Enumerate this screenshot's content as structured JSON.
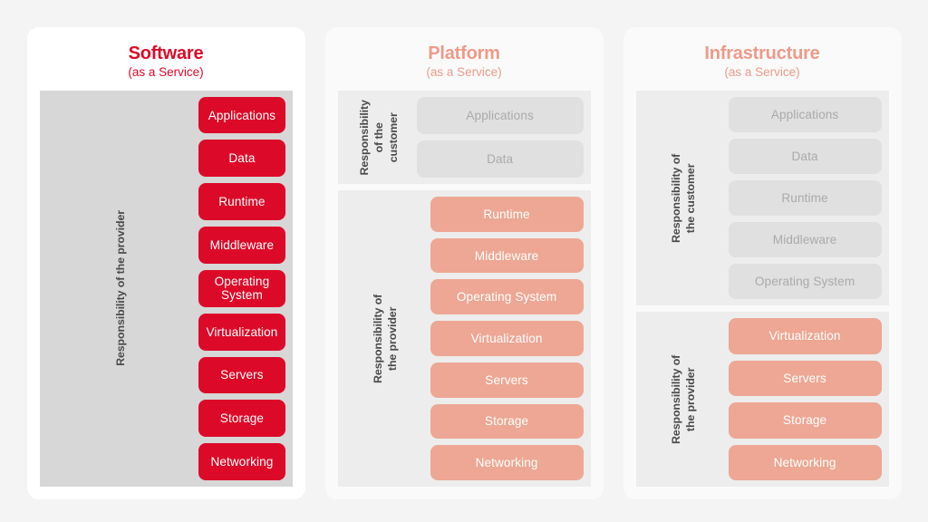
{
  "page": {
    "background": "#f4f4f4",
    "accent_red": "#dc0a28",
    "accent_salmon": "#eda794",
    "disabled_gray": "#e0e0e0"
  },
  "columns": [
    {
      "id": "saas",
      "title": "Software",
      "subtitle": "(as a Service)",
      "title_color": "#dc0a28",
      "groups": [
        {
          "label": "Responsibility of the provider",
          "shade": "#d7d7d7",
          "bars": [
            {
              "label": "Applications",
              "state": "red"
            },
            {
              "label": "Data",
              "state": "red"
            },
            {
              "label": "Runtime",
              "state": "red"
            },
            {
              "label": "Middleware",
              "state": "red"
            },
            {
              "label": "Operating System",
              "state": "red"
            },
            {
              "label": "Virtualization",
              "state": "red"
            },
            {
              "label": "Servers",
              "state": "red"
            },
            {
              "label": "Storage",
              "state": "red"
            },
            {
              "label": "Networking",
              "state": "red"
            }
          ]
        }
      ]
    },
    {
      "id": "paas",
      "title": "Platform",
      "subtitle": "(as a Service)",
      "title_color": "#ee9a88",
      "groups": [
        {
          "label": "Responsibility\nof the\ncustomer",
          "shade": "#ededed",
          "bars": [
            {
              "label": "Applications",
              "state": "disabled"
            },
            {
              "label": "Data",
              "state": "disabled"
            }
          ]
        },
        {
          "label": "Responsibility of\nthe provider",
          "shade": "#ededed",
          "bars": [
            {
              "label": "Runtime",
              "state": "salmon"
            },
            {
              "label": "Middleware",
              "state": "salmon"
            },
            {
              "label": "Operating System",
              "state": "salmon"
            },
            {
              "label": "Virtualization",
              "state": "salmon"
            },
            {
              "label": "Servers",
              "state": "salmon"
            },
            {
              "label": "Storage",
              "state": "salmon"
            },
            {
              "label": "Networking",
              "state": "salmon"
            }
          ]
        }
      ]
    },
    {
      "id": "iaas",
      "title": "Infrastructure",
      "subtitle": "(as a Service)",
      "title_color": "#ee9a88",
      "groups": [
        {
          "label": "Responsibility of\nthe customer",
          "shade": "#ededed",
          "bars": [
            {
              "label": "Applications",
              "state": "disabled"
            },
            {
              "label": "Data",
              "state": "disabled"
            },
            {
              "label": "Runtime",
              "state": "disabled"
            },
            {
              "label": "Middleware",
              "state": "disabled"
            },
            {
              "label": "Operating System",
              "state": "disabled"
            }
          ]
        },
        {
          "label": "Responsibility of\nthe provider",
          "shade": "#ededed",
          "bars": [
            {
              "label": "Virtualization",
              "state": "salmon"
            },
            {
              "label": "Servers",
              "state": "salmon"
            },
            {
              "label": "Storage",
              "state": "salmon"
            },
            {
              "label": "Networking",
              "state": "salmon"
            }
          ]
        }
      ]
    }
  ]
}
